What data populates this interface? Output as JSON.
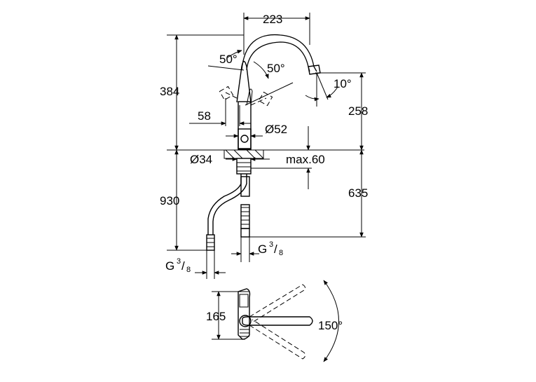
{
  "dimensions": {
    "spout_reach": "223",
    "total_height": "384",
    "spout_height": "258",
    "lever_width": "58",
    "body_diameter": "Ø52",
    "hole_diameter": "Ø34",
    "max_thickness": "max.60",
    "hose_length": "930",
    "below_counter": "635",
    "connection_g": "G",
    "connection_fraction_num": "3",
    "connection_fraction_den": "8",
    "side_depth": "165"
  },
  "angles": {
    "lever_left": "50°",
    "lever_right": "50°",
    "spout_tilt": "10°",
    "swivel": "150°"
  }
}
